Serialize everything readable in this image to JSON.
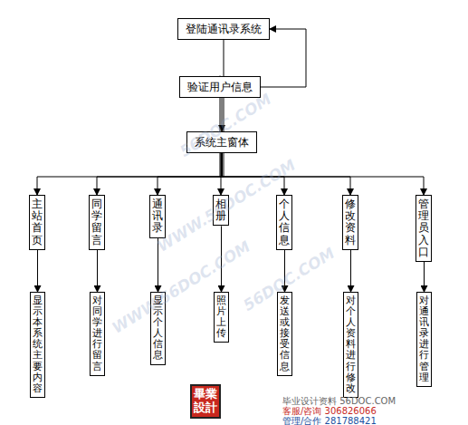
{
  "diagram": {
    "nodes": [
      {
        "text": [
          "登陆通讯录系统"
        ]
      },
      {
        "text": [
          "验证用户信息"
        ]
      },
      {
        "text": [
          "系统主窗体"
        ]
      },
      {
        "text": [
          "主站首页"
        ]
      },
      {
        "text": [
          "同学留言"
        ]
      },
      {
        "text": [
          "通讯录"
        ]
      },
      {
        "text": [
          "相册"
        ]
      },
      {
        "text": [
          "个人信息"
        ]
      },
      {
        "text": [
          "修改资料"
        ]
      },
      {
        "text": [
          "管理员入口"
        ]
      },
      {
        "text": [
          "显示本系统主要内容"
        ]
      },
      {
        "text": [
          "对同学进行留言"
        ]
      },
      {
        "text": [
          "显示个人信息"
        ]
      },
      {
        "text": [
          "照片上传"
        ]
      },
      {
        "text": [
          "发送或接受信息"
        ]
      },
      {
        "text": [
          "对个人资料进行修改"
        ]
      },
      {
        "text": [
          "对通讯录进行管理"
        ]
      }
    ],
    "edges": [
      {
        "from": 0,
        "to": 1,
        "arrow": "to"
      },
      {
        "from": 1,
        "to": 0,
        "arrow": "to"
      },
      {
        "from": 1,
        "to": 2,
        "arrow": "to"
      },
      {
        "from": 2,
        "to": 3,
        "arrow": "to"
      },
      {
        "from": 2,
        "to": 4,
        "arrow": "to"
      },
      {
        "from": 2,
        "to": 5,
        "arrow": "to"
      },
      {
        "from": 2,
        "to": 6,
        "arrow": "to"
      },
      {
        "from": 2,
        "to": 7,
        "arrow": "to"
      },
      {
        "from": 2,
        "to": 8,
        "arrow": "to"
      },
      {
        "from": 2,
        "to": 9,
        "arrow": "to"
      },
      {
        "from": 3,
        "to": 10,
        "arrow": "to"
      },
      {
        "from": 4,
        "to": 11,
        "arrow": "to"
      },
      {
        "from": 5,
        "to": 12,
        "arrow": "to"
      },
      {
        "from": 6,
        "to": 13,
        "arrow": "to"
      },
      {
        "from": 7,
        "to": 14,
        "arrow": "to"
      },
      {
        "from": 8,
        "to": 15,
        "arrow": "to"
      },
      {
        "from": 9,
        "to": 16,
        "arrow": "to"
      }
    ],
    "labels": [
      "56DOC.COM",
      "WWW.56DOC.COM",
      "56DOC.COM",
      "WWW.56DOC.COM",
      "畢業設計",
      "毕业设计资料 56DOC.COM",
      "客服/咨询 306826066",
      "管理/合作 281788421"
    ]
  }
}
